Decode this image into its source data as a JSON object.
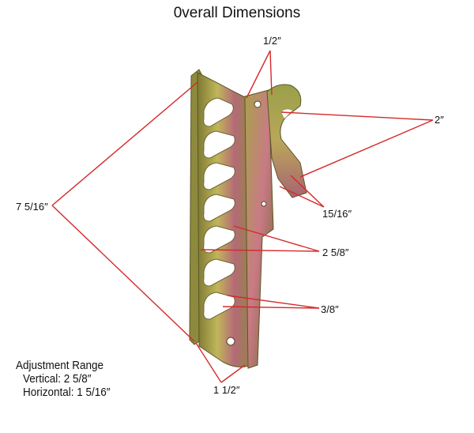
{
  "title": "0verall Dimensions",
  "labels": {
    "top": "1/2″",
    "right_top": "2″",
    "hook": "15/16″",
    "left": "7 5/16″",
    "slot_spacing": "2 5/8″",
    "slot_width": "3/8″",
    "bottom": "1 1/2″"
  },
  "adjustment": {
    "heading": "Adjustment Range",
    "vertical": "Vertical: 2  5/8″",
    "horizontal": "Horizontal: 1  5/16″"
  },
  "colors": {
    "dimension_line": "#d42a2a",
    "metal_light": "#b9ae52",
    "metal_mid": "#8f8a3c",
    "metal_pink": "#c86a7a",
    "metal_dark": "#5f5a2a"
  }
}
